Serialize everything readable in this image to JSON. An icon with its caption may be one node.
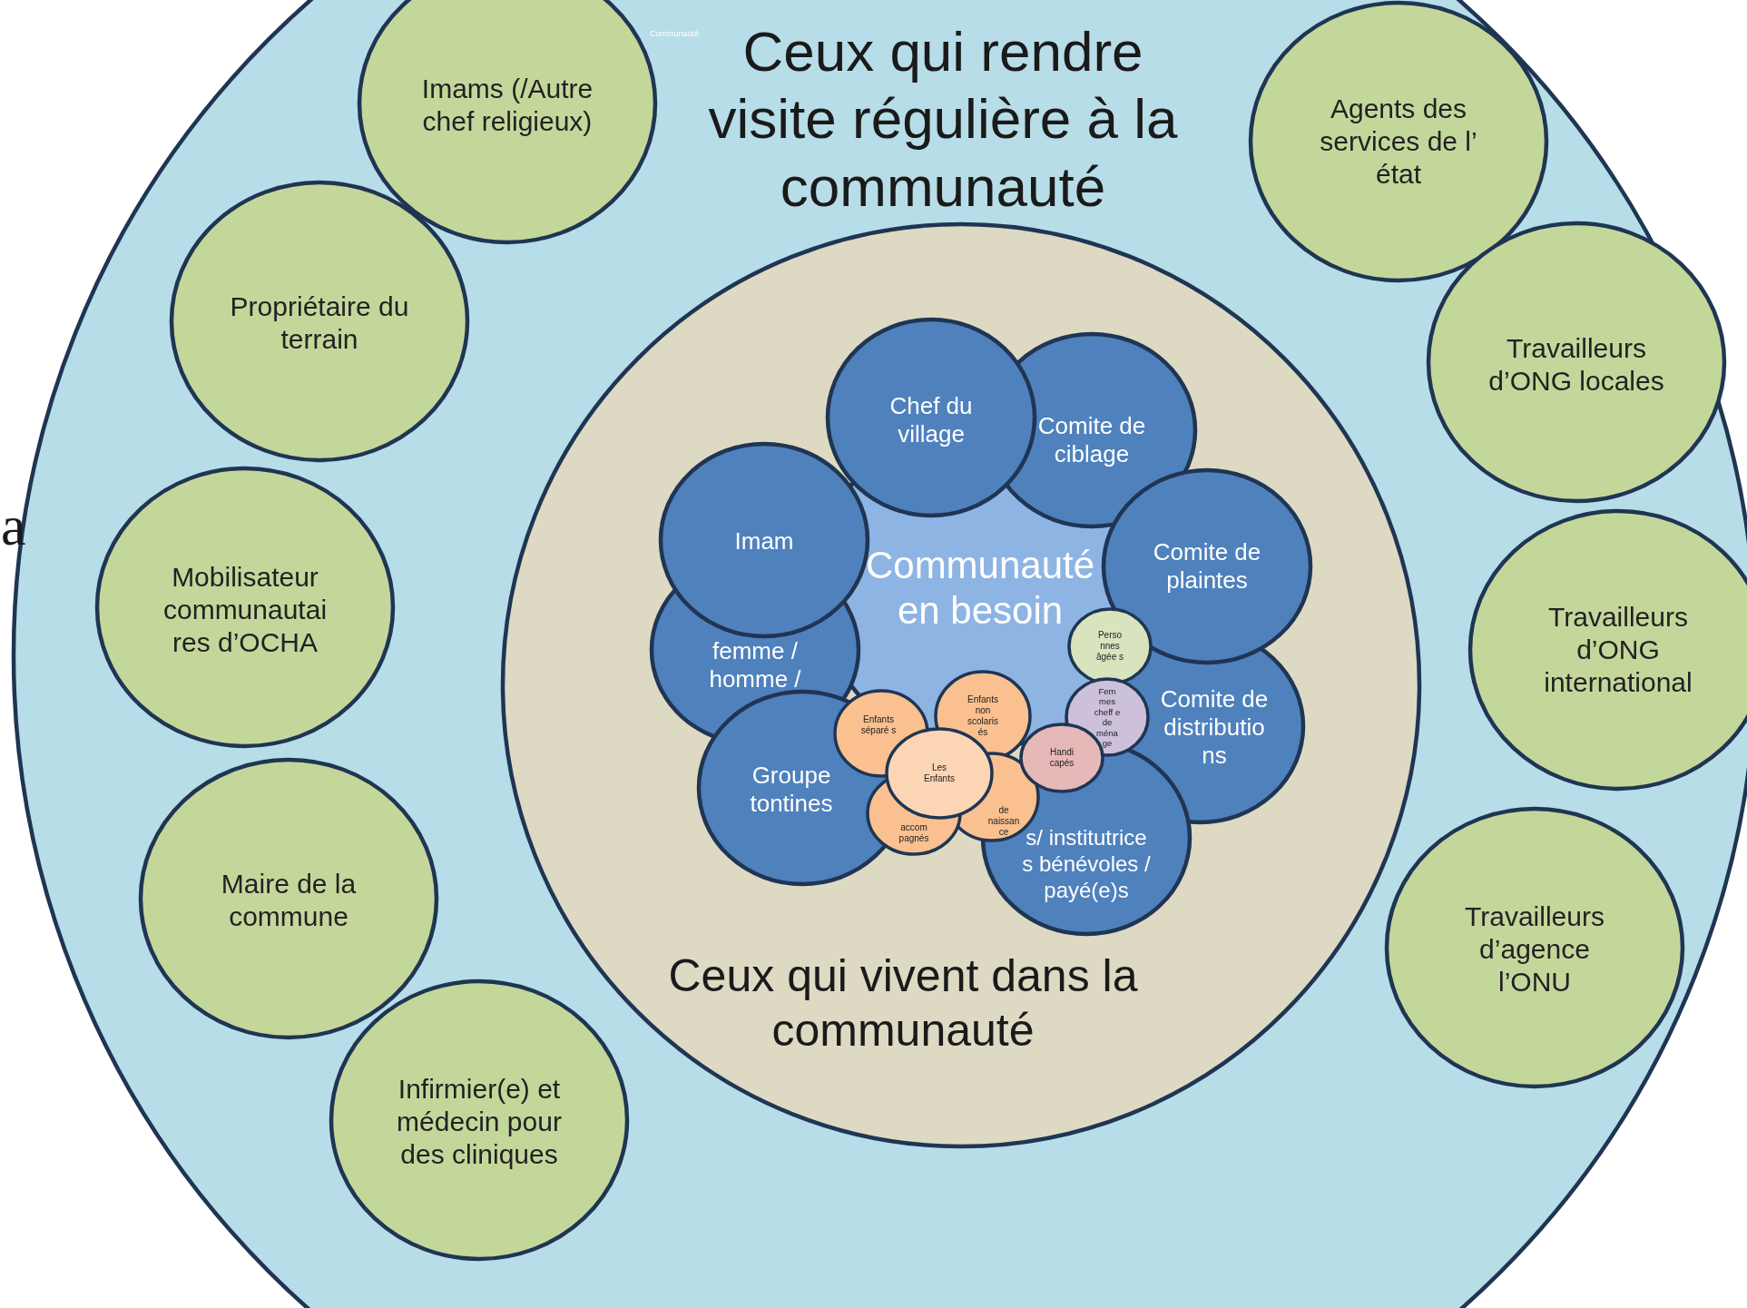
{
  "diagram": {
    "nodes": [
      {
        "text": [
          "Ceux qui rendre visite régulière à la communauté"
        ]
      },
      {
        "text": [
          "Imams (/Autre chef religieux)"
        ],
        "in": 0
      },
      {
        "text": [
          "Agents des services de l’ état"
        ],
        "in": 0
      },
      {
        "text": [
          "Propriétaire du terrain"
        ],
        "in": 0
      },
      {
        "text": [
          "Travailleurs d’ONG locales"
        ],
        "in": 0
      },
      {
        "text": [
          "Mobilisateur communautai res d’OCHA"
        ],
        "in": 0
      },
      {
        "text": [
          "Travailleurs d’ONG international"
        ],
        "in": 0
      },
      {
        "text": [
          "Maire de la commune"
        ],
        "in": 0
      },
      {
        "text": [
          "Travailleurs d’agence l’ONU"
        ],
        "in": 0
      },
      {
        "text": [
          "Infirmier(e) et médecin pour des cliniques"
        ],
        "in": 0
      },
      {
        "text": [
          "Ceux qui vivent dans la communauté"
        ],
        "in": 0
      },
      {
        "text": [
          "Communauté en besoin"
        ],
        "in": 10
      },
      {
        "text": [
          "Chef du village"
        ],
        "in": 10
      },
      {
        "text": [
          "Comite de ciblage"
        ],
        "in": 10
      },
      {
        "text": [
          "Imam"
        ],
        "in": 10
      },
      {
        "text": [
          "Comite de plaintes"
        ],
        "in": 10
      },
      {
        "text": [
          "femme / homme /"
        ],
        "in": 10
      },
      {
        "text": [
          "Perso nnes âgée s"
        ],
        "in": 10
      },
      {
        "text": [
          "Comite de distributio ns"
        ],
        "in": 10
      },
      {
        "text": [
          "Fem mes cheff e de ména ge"
        ],
        "in": 10
      },
      {
        "text": [
          "Enfants non scolaris és"
        ],
        "in": 10
      },
      {
        "text": [
          "Enfants séparé s"
        ],
        "in": 10
      },
      {
        "text": [
          "Handi capés"
        ],
        "in": 10
      },
      {
        "text": [
          "Les Enfants"
        ],
        "in": 10
      },
      {
        "text": [
          "Groupe tontines"
        ],
        "in": 10
      },
      {
        "text": [
          "de naissan ce"
        ],
        "in": 10
      },
      {
        "text": [
          "accom pagnés"
        ],
        "in": 10
      },
      {
        "text": [
          "s/ institutrice s bénévoles / payé(e)s"
        ],
        "in": 10
      }
    ],
    "labels": [
      "Communauté",
      "a"
    ]
  }
}
